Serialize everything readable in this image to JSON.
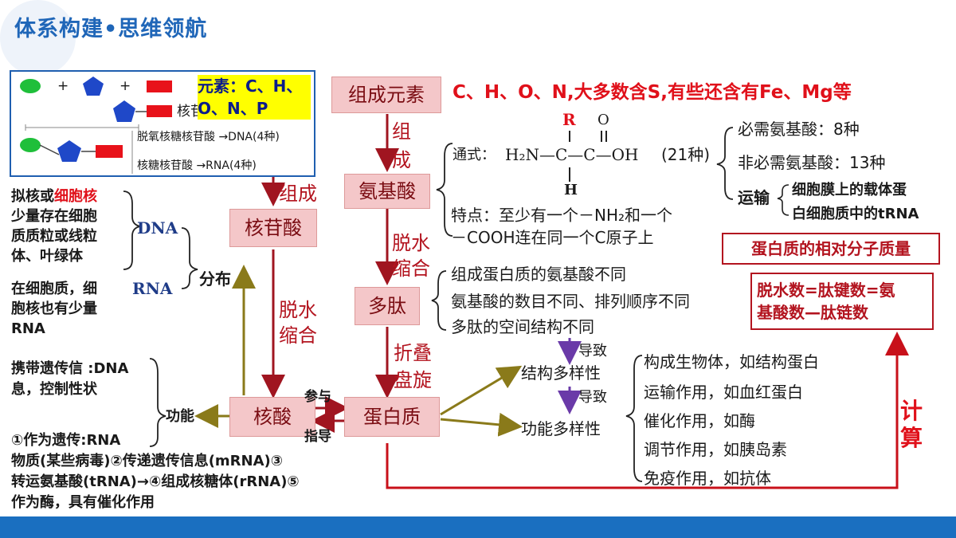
{
  "header": {
    "title": "体系构建•思维领航"
  },
  "nucleotide_panel": {
    "plus": "+",
    "elements_label": "元素：C、H、O、N、P",
    "nucleoside": "核苷",
    "dna_line": "脱氧核糖核苷酸 →DNA(4种)",
    "rna_line": "核糖核苷酸  →RNA(4种)"
  },
  "boxes": {
    "elements": "组成元素",
    "amino_acid": "氨基酸",
    "nucleotide": "核苷酸",
    "polypeptide": "多肽",
    "nucleic_acid": "核酸",
    "protein": "蛋白质"
  },
  "elements_text": "C、H、O、N,大多数含S,有些还含有Fe、Mg等",
  "arrow_labels": {
    "compose_v1": "组",
    "compose_v2": "成",
    "compose_h": "组成",
    "dehydration_a1": "脱水",
    "dehydration_a2": "缩合",
    "dehydration_n1": "脱水",
    "dehydration_n2": "缩合",
    "fold1": "折叠",
    "fold2": "盘旋",
    "participate": "参与",
    "guide": "指导",
    "calc1": "计",
    "calc2": "算",
    "lead1": "导致",
    "lead2": "导致"
  },
  "amino": {
    "formula_label": "通式：",
    "r": "R",
    "o": "O",
    "h2n": "H₂N—C—C—OH",
    "count": "(21种)",
    "h": "H",
    "feature1": "特点：至少有一个－NH₂和一个",
    "feature2": "－COOH连在同一个C原子上",
    "essential": "必需氨基酸：8种",
    "nonessential": "非必需氨基酸：13种",
    "transport": "运输",
    "transport1": "细胞膜上的载体蛋",
    "transport2": "白细胞质中的tRNA"
  },
  "polypeptide_reasons": [
    "组成蛋白质的氨基酸不同",
    "氨基酸的数目不同、排列顺序不同",
    "多肽的空间结构不同"
  ],
  "mass": {
    "title": "蛋白质的相对分子质量",
    "line1": "脱水数=肽键数=氨",
    "line2": "基酸数—肽链数"
  },
  "distribution": {
    "dna_text": [
      "拟核或",
      "细胞核",
      "少量存在细胞",
      "质质粒或线粒",
      "体、叶绿体"
    ],
    "rna_text": [
      "在细胞质，细",
      "胞核也有少量",
      "RNA"
    ],
    "dna": "DNA",
    "rna": "RNA",
    "label": "分布"
  },
  "function": {
    "label": "功能",
    "line1": "携带遗传信 :DNA",
    "line2": "息，控制性状",
    "line3": "①作为遗传:RNA",
    "line4": "物质(某些病毒)②传递遗传信息(mRNA)③",
    "line5": "转运氨基酸(tRNA)→④组成核糖体(rRNA)⑤",
    "line6": "作为酶，具有催化作用"
  },
  "diversity": {
    "structure": "结构多样性",
    "function": "功能多样性"
  },
  "protein_functions": [
    "构成生物体，如结构蛋白",
    "运输作用，如血红蛋白",
    "催化作用，如酶",
    "调节作用，如胰岛素",
    "免疫作用，如抗体"
  ]
}
